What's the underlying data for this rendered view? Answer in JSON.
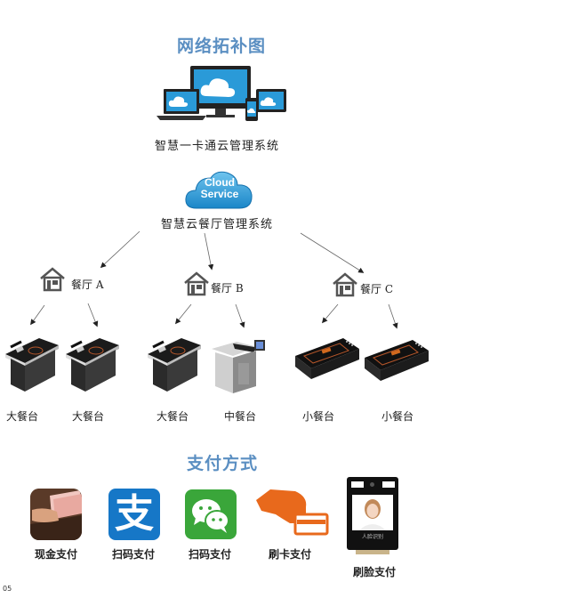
{
  "topology": {
    "title": "网络拓补图",
    "platform_label": "智慧一卡通云管理系统",
    "cloud_badge": [
      "Cloud",
      "Service"
    ],
    "cloud_label": "智慧云餐厅管理系统",
    "restaurants": [
      {
        "label": "餐厅 A",
        "devices": [
          {
            "label": "大餐台",
            "type": "large"
          },
          {
            "label": "大餐台",
            "type": "large"
          }
        ]
      },
      {
        "label": "餐厅 B",
        "devices": [
          {
            "label": "大餐台",
            "type": "large"
          },
          {
            "label": "中餐台",
            "type": "medium"
          }
        ]
      },
      {
        "label": "餐厅 C",
        "devices": [
          {
            "label": "小餐台",
            "type": "small"
          },
          {
            "label": "小餐台",
            "type": "small"
          }
        ]
      }
    ]
  },
  "payment": {
    "title": "支付方式",
    "methods": [
      {
        "label": "现金支付",
        "icon": "cash-icon"
      },
      {
        "label": "扫码支付",
        "icon": "alipay-icon",
        "glyph": "支"
      },
      {
        "label": "扫码支付",
        "icon": "wechat-icon"
      },
      {
        "label": "刷卡支付",
        "icon": "card-swipe-icon"
      },
      {
        "label": "刷脸支付",
        "icon": "face-recognition-icon",
        "screen_text": "人脸识别"
      }
    ]
  },
  "page_number": "05",
  "colors": {
    "title": "#5b8fc2",
    "alipay": "#1677c7",
    "wechat": "#3aa63a",
    "card": "#e8691c"
  }
}
